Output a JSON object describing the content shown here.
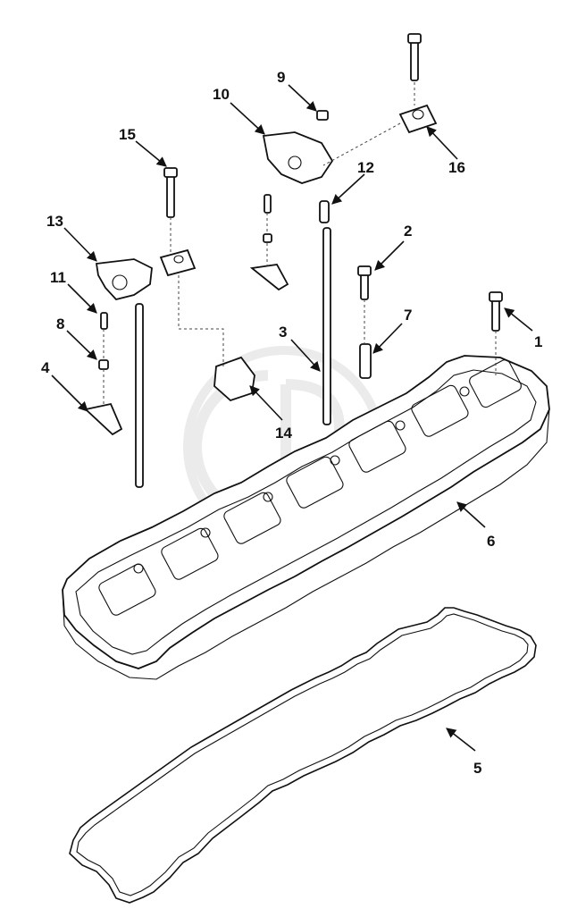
{
  "callouts": [
    {
      "id": "1",
      "label": "1"
    },
    {
      "id": "2",
      "label": "2"
    },
    {
      "id": "3",
      "label": "3"
    },
    {
      "id": "4",
      "label": "4"
    },
    {
      "id": "5",
      "label": "5"
    },
    {
      "id": "6",
      "label": "6"
    },
    {
      "id": "7",
      "label": "7"
    },
    {
      "id": "8",
      "label": "8"
    },
    {
      "id": "9",
      "label": "9"
    },
    {
      "id": "10",
      "label": "10"
    },
    {
      "id": "11",
      "label": "11"
    },
    {
      "id": "12",
      "label": "12"
    },
    {
      "id": "13",
      "label": "13"
    },
    {
      "id": "14",
      "label": "14"
    },
    {
      "id": "15",
      "label": "15"
    },
    {
      "id": "16",
      "label": "16"
    }
  ],
  "colors": {
    "ink": "#111111",
    "watermark": "#c8c8c8",
    "background": "#ffffff"
  },
  "watermark": {
    "icon": "logo-watermark-icon"
  }
}
